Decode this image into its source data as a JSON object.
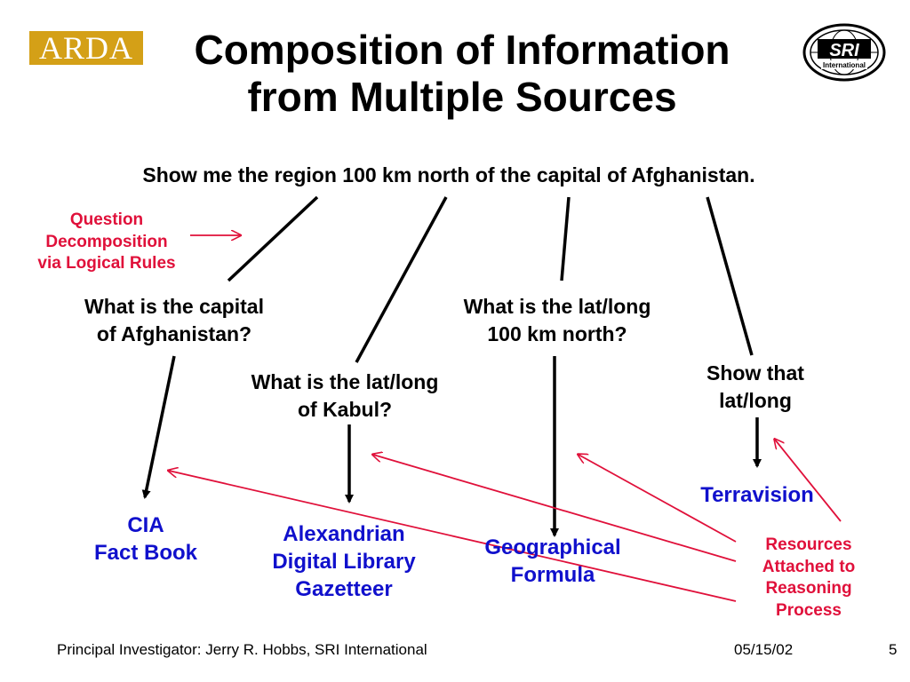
{
  "logos": {
    "left": "ARDA",
    "right_main": "SRI",
    "right_sub": "International"
  },
  "title": "Composition of Information\nfrom Multiple Sources",
  "question": "Show me the region 100 km north of the capital of Afghanistan.",
  "annotation_left": "Question\nDecomposition\nvia Logical Rules",
  "subquestions": [
    "What is the capital\nof Afghanistan?",
    "What is the lat/long\nof Kabul?",
    "What is the lat/long\n100 km north?",
    "Show that\nlat/long"
  ],
  "resources": [
    "CIA\nFact Book",
    "Alexandrian\nDigital Library\nGazetteer",
    "Geographical\nFormula",
    "Terravision"
  ],
  "annotation_right": "Resources\nAttached to\nReasoning\nProcess",
  "footer": {
    "left": "Principal Investigator: Jerry R. Hobbs, SRI International",
    "date": "05/15/02",
    "page": "5"
  },
  "colors": {
    "text": "#000000",
    "resource": "#1010cc",
    "annotation": "#e0103a",
    "arda": "#d4a017"
  }
}
